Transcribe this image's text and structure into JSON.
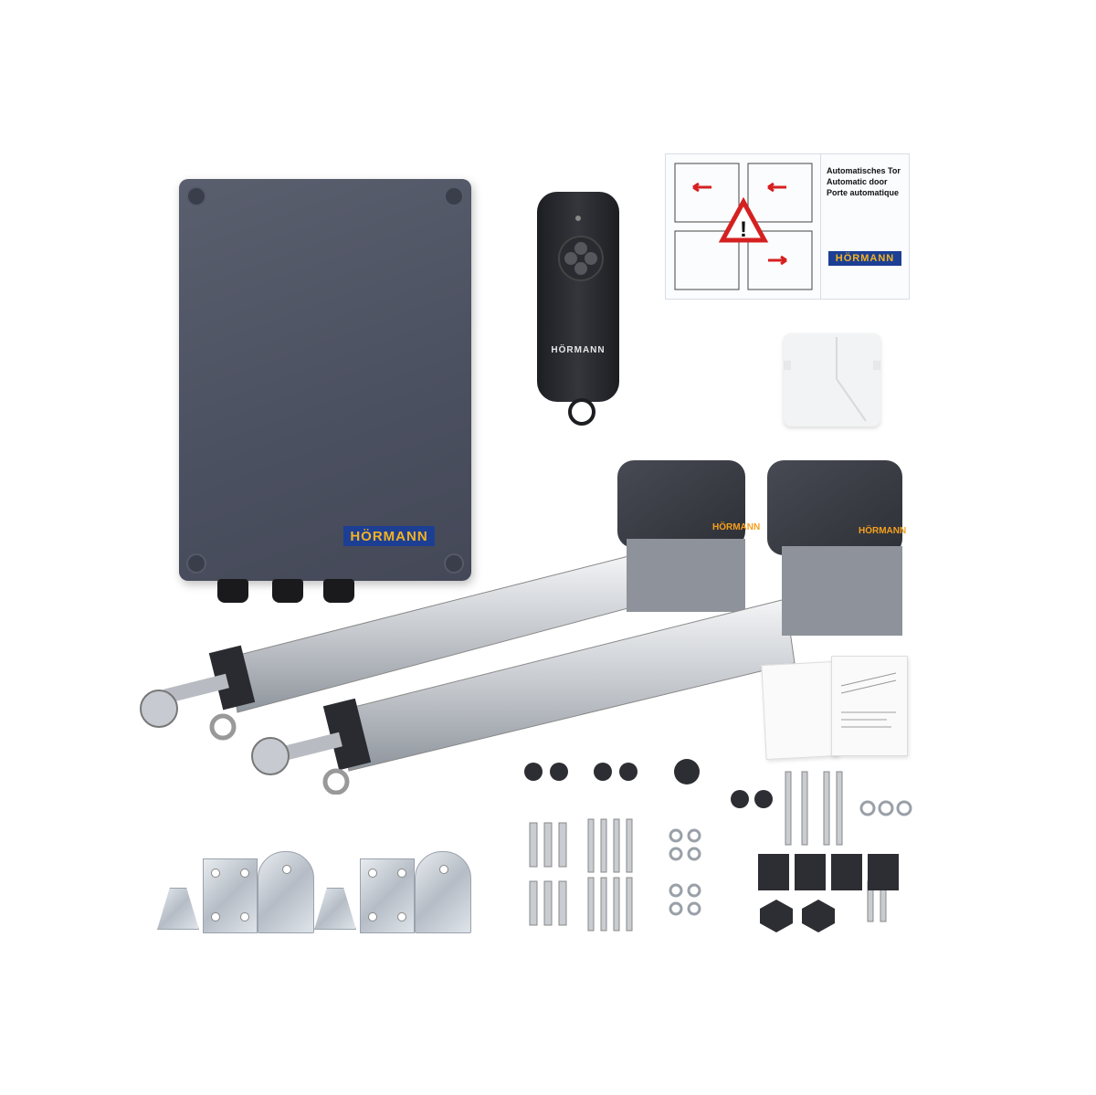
{
  "brand": {
    "logo_text": "HÖRMANN"
  },
  "sign": {
    "line1": "Automatisches Tor",
    "line2": "Automatic door",
    "line3": "Porte automatique"
  },
  "colors": {
    "logo_bg": "#1c3f94",
    "logo_fg": "#f5b21e",
    "housing": "#4b5060",
    "motor": "#3d4048",
    "arm": "#c9ccd0"
  }
}
